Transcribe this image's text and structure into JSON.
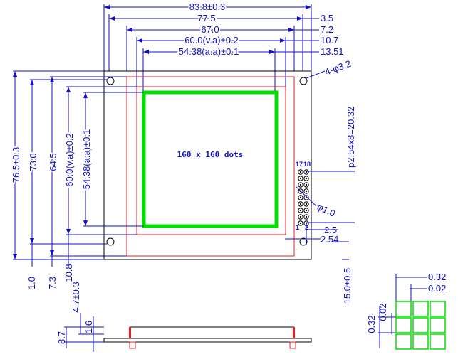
{
  "top_dims": {
    "outline_width": "83.8±0.3",
    "hole_pitch": "77.5",
    "bezel_width": "67.0",
    "view_area": "60.0(v.a)±0.2",
    "active_area": "54.38(a.a)±0.1"
  },
  "right_dims": {
    "d1": "3.5",
    "d2": "7.2",
    "d3": "10.7",
    "d4": "13.51"
  },
  "mount_hole": "4-φ3.2",
  "display_text": "160 x 160 dots",
  "pitch_label": "p2.54x8=20.32",
  "pin_numbers": {
    "p17": "17",
    "p18": "18",
    "p1": "1",
    "p2": "2"
  },
  "pin_hole": "φ1.0",
  "pin_dims": {
    "pin_offset": "2.5",
    "pin_pitch": "2.54"
  },
  "left_dims": {
    "outline_height": "76.5±0.3",
    "hole_pitch": "73.0",
    "bezel_height": "64.5",
    "view_area": "60.0(v.a)±0.2",
    "active_area": "54.38(a.a)±0.1"
  },
  "bottom_dims": {
    "b1": "1.0",
    "b2": "7.3",
    "b3": "10.8",
    "b4": "15.0±0.5"
  },
  "side_view": {
    "total_thickness": "8.7",
    "module_thickness": "4.7±0.3",
    "pcb_thickness": "1.6"
  },
  "dot_detail": {
    "pitch_x": "0.32",
    "gap_x": "0.02",
    "pitch_y": "0.32",
    "gap_y": "0.02"
  },
  "colors": {
    "dimension": "#1010c8",
    "bezel": "#e02020",
    "viewing_area": "#00e000",
    "outline": "#000000"
  }
}
